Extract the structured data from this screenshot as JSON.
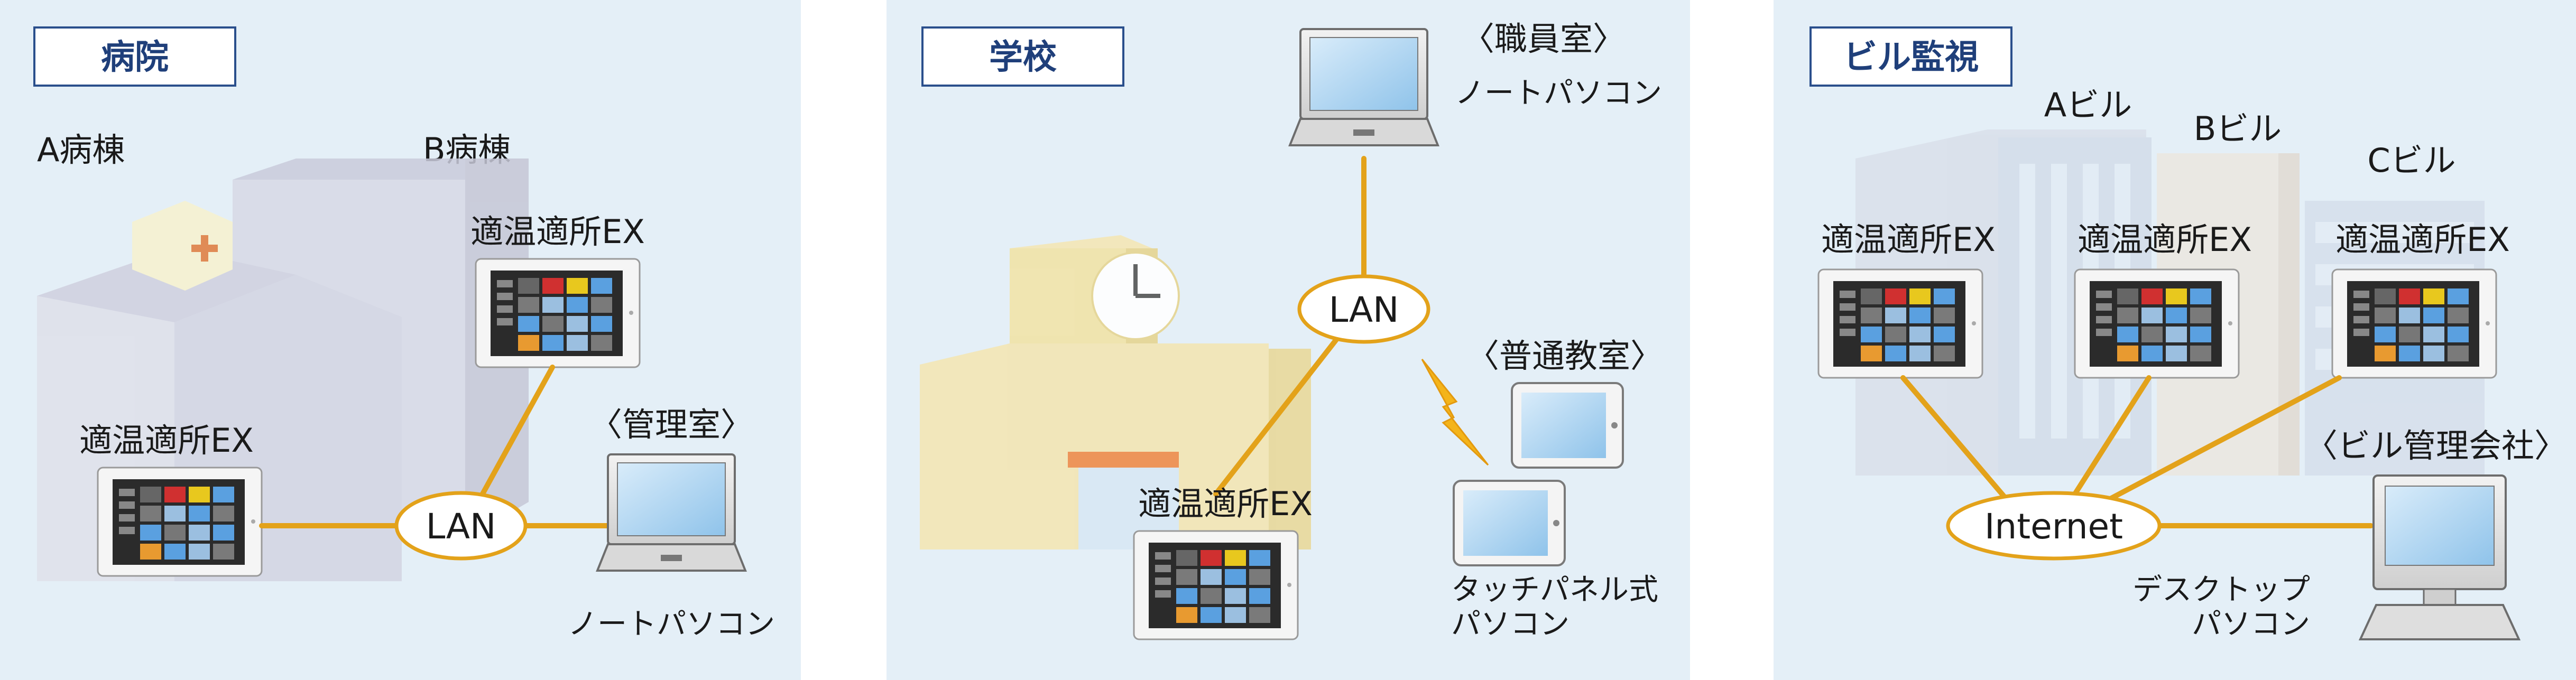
{
  "panels": {
    "hospital": {
      "title": "病院",
      "building_a": "A病棟",
      "building_b": "B病棟",
      "device_1": "適温適所EX",
      "device_2": "適温適所EX",
      "hub": "LAN",
      "office_label": "〈管理室〉",
      "laptop_label": "ノートパソコン"
    },
    "school": {
      "title": "学校",
      "staff_room": "〈職員室〉",
      "laptop_label": "ノートパソコン",
      "hub": "LAN",
      "classroom": "〈普通教室〉",
      "device": "適温適所EX",
      "tablet_label_1": "タッチパネル式",
      "tablet_label_2": "パソコン"
    },
    "building": {
      "title": "ビル監視",
      "building_a": "Aビル",
      "building_b": "Bビル",
      "building_c": "Cビル",
      "device_a": "適温適所EX",
      "device_b": "適温適所EX",
      "device_c": "適温適所EX",
      "company": "〈ビル管理会社〉",
      "hub": "Internet",
      "desktop_label_1": "デスクトップ",
      "desktop_label_2": "パソコン"
    }
  },
  "colors": {
    "panel_background": "#e4eff7",
    "title_border": "#2a4f8c",
    "connection_line": "#e3a21a"
  }
}
